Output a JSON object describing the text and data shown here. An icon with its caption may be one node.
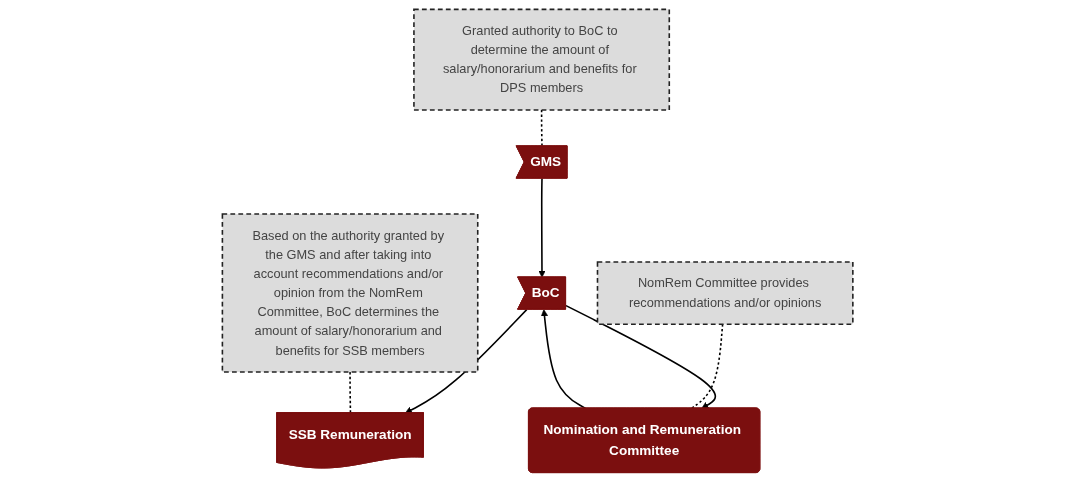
{
  "diagram": {
    "nodes": [
      {
        "text": [
          "GMS"
        ]
      },
      {
        "text": [
          "BoC"
        ]
      },
      {
        "text": [
          "SSB Remuneration"
        ]
      },
      {
        "text": [
          "NomRem Committee provides recommendations and/or opinions"
        ]
      },
      {
        "text": [
          "Nomination and Remuneration Committee"
        ]
      },
      {
        "text": [
          "Based on the authority granted by the GMS and after taking into account recommendations and/or opinion from the NomRem Committee, BoC determines the amount of salary/honorarium and benefits for SSB members"
        ]
      },
      {
        "text": [
          "Granted authority to BoC to determine the amount of salary/honorarium and benefits for DPS members"
        ]
      }
    ],
    "edges": [
      {
        "from": 0,
        "to": 1,
        "arrow": "to"
      },
      {
        "from": 1,
        "to": 2,
        "arrow": "to"
      },
      {
        "from": 1,
        "to": 4,
        "arrow": "to"
      },
      {
        "from": 4,
        "to": 1,
        "arrow": "to"
      },
      {
        "from": 3,
        "to": 4,
        "arrow": "none",
        "style": "dashed"
      },
      {
        "from": 5,
        "to": 2,
        "arrow": "none",
        "style": "dashed"
      },
      {
        "from": 6,
        "to": 0,
        "arrow": "none",
        "style": "dashed"
      }
    ]
  }
}
